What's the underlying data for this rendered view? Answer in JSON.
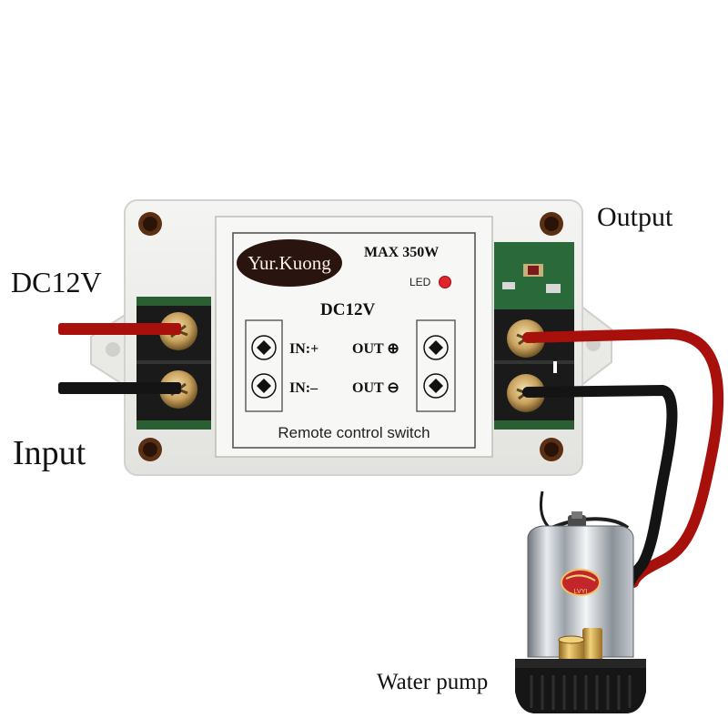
{
  "labels": {
    "power": "DC12V",
    "input": "Input",
    "output": "Output",
    "pump": "Water pump"
  },
  "device": {
    "brand_logo": "Yur.Kuong",
    "max_rating": "MAX  350W",
    "led_label": "LED",
    "voltage": "DC12V",
    "in_plus": "IN:+",
    "in_minus": "IN:–",
    "out_plus": "OUT ⊕",
    "out_minus": "OUT ⊖",
    "footer": "Remote control switch"
  },
  "pump": {
    "badge": "LVYI"
  },
  "colors": {
    "housing": "#eeeeec",
    "red_wire": "#a8100c",
    "black_wire": "#141414",
    "led": "#e0262a",
    "pcb": "#2a6a3a",
    "logo_oval": "#2a1410",
    "pump_steel": "#c9cdd2",
    "pump_base": "#161616",
    "brass": "#c49a3a"
  },
  "icons": [
    "terminal-screw-icon",
    "mounting-hole-icon",
    "led-icon"
  ]
}
